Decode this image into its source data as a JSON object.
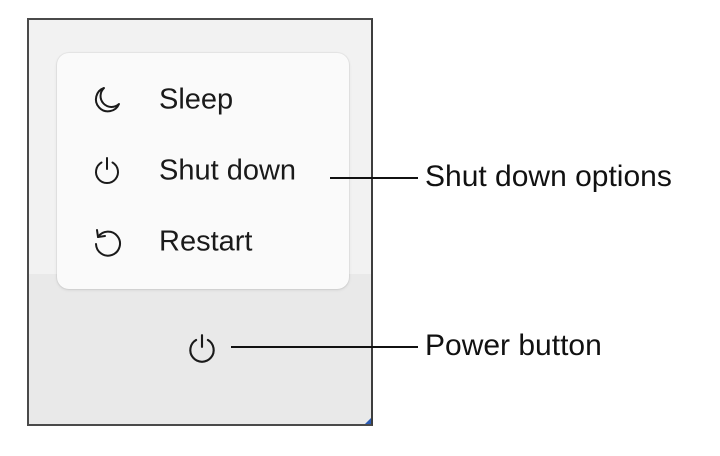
{
  "power_menu": {
    "items": [
      {
        "label": "Sleep",
        "icon": "moon-icon"
      },
      {
        "label": "Shut down",
        "icon": "power-icon"
      },
      {
        "label": "Restart",
        "icon": "restart-icon"
      }
    ]
  },
  "power_button": {
    "icon": "power-icon"
  },
  "callouts": {
    "options": "Shut down options",
    "power": "Power button"
  },
  "colors": {
    "text": "#1a1a1a",
    "menu_bg": "#fafafa",
    "panel_bg": "#efefef",
    "accent": "#2a5bb5"
  }
}
